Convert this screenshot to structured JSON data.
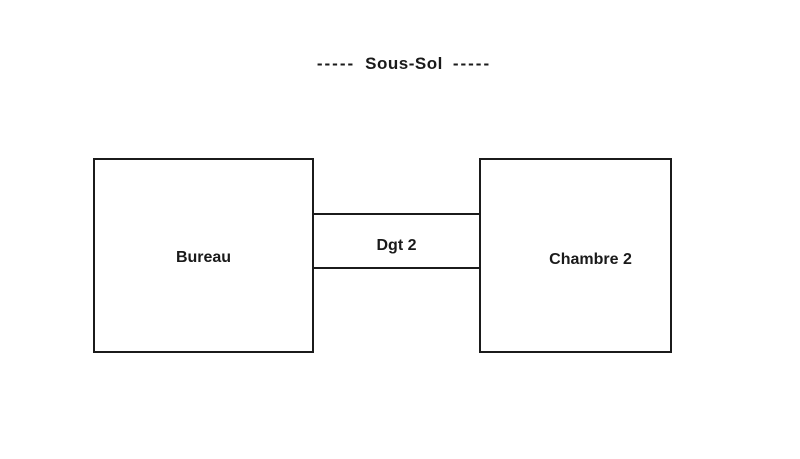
{
  "title": {
    "prefix": "-----",
    "text": "Sous-Sol",
    "suffix": "-----"
  },
  "floorplan": {
    "floor_name": "Sous-Sol",
    "rooms": [
      {
        "name": "bureau",
        "label": "Bureau"
      },
      {
        "name": "dgt-2",
        "label": "Dgt 2"
      },
      {
        "name": "chambre-2",
        "label": "Chambre 2"
      }
    ],
    "colors": {
      "background": "#ffffff",
      "wall": "#1b1b1b",
      "text": "#1a1a1a"
    }
  }
}
